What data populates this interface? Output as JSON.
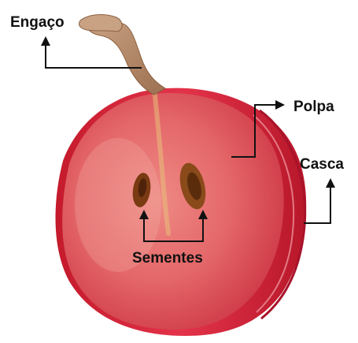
{
  "labels": {
    "stem": "Engaço",
    "pulp": "Polpa",
    "skin": "Casca",
    "seeds": "Sementes"
  },
  "colors": {
    "skin_red": "#d8202f",
    "pulp_pink": "#e96a6c",
    "seed_brown": "#7a3a12",
    "stem_tan": "#b48868",
    "arrow": "#111111"
  }
}
